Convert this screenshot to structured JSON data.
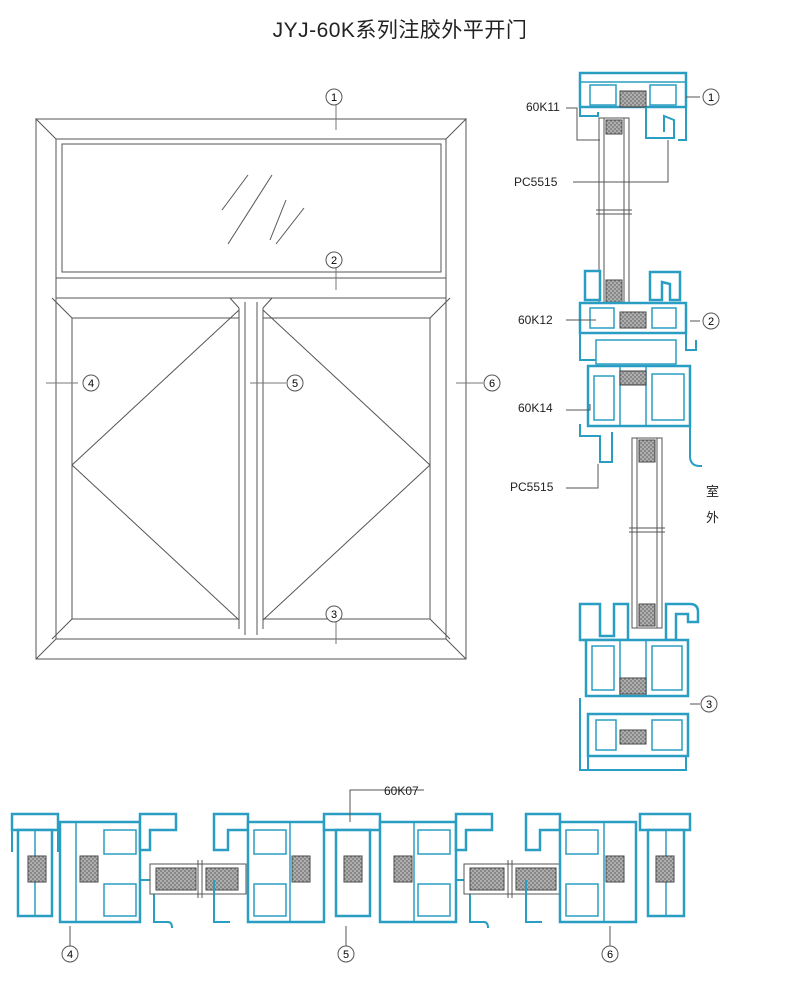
{
  "title": "JYJ-60K系列注胶外平开门",
  "colors": {
    "profile": "#2a9ec2",
    "profile_fill": "#ffffff",
    "line": "#555555",
    "gasket": "#444444"
  },
  "elevation": {
    "markers": [
      "1",
      "2",
      "3",
      "4",
      "5",
      "6"
    ]
  },
  "top_section": {
    "markers": [
      "1",
      "2",
      "3"
    ],
    "labels": {
      "p1": "60K11",
      "p2": "PC5515",
      "p3": "60K12",
      "p4": "60K14",
      "p5": "PC5515"
    },
    "outside": [
      "室",
      "外"
    ]
  },
  "bottom_section": {
    "markers": [
      "4",
      "5",
      "6"
    ],
    "label": "60K07"
  }
}
